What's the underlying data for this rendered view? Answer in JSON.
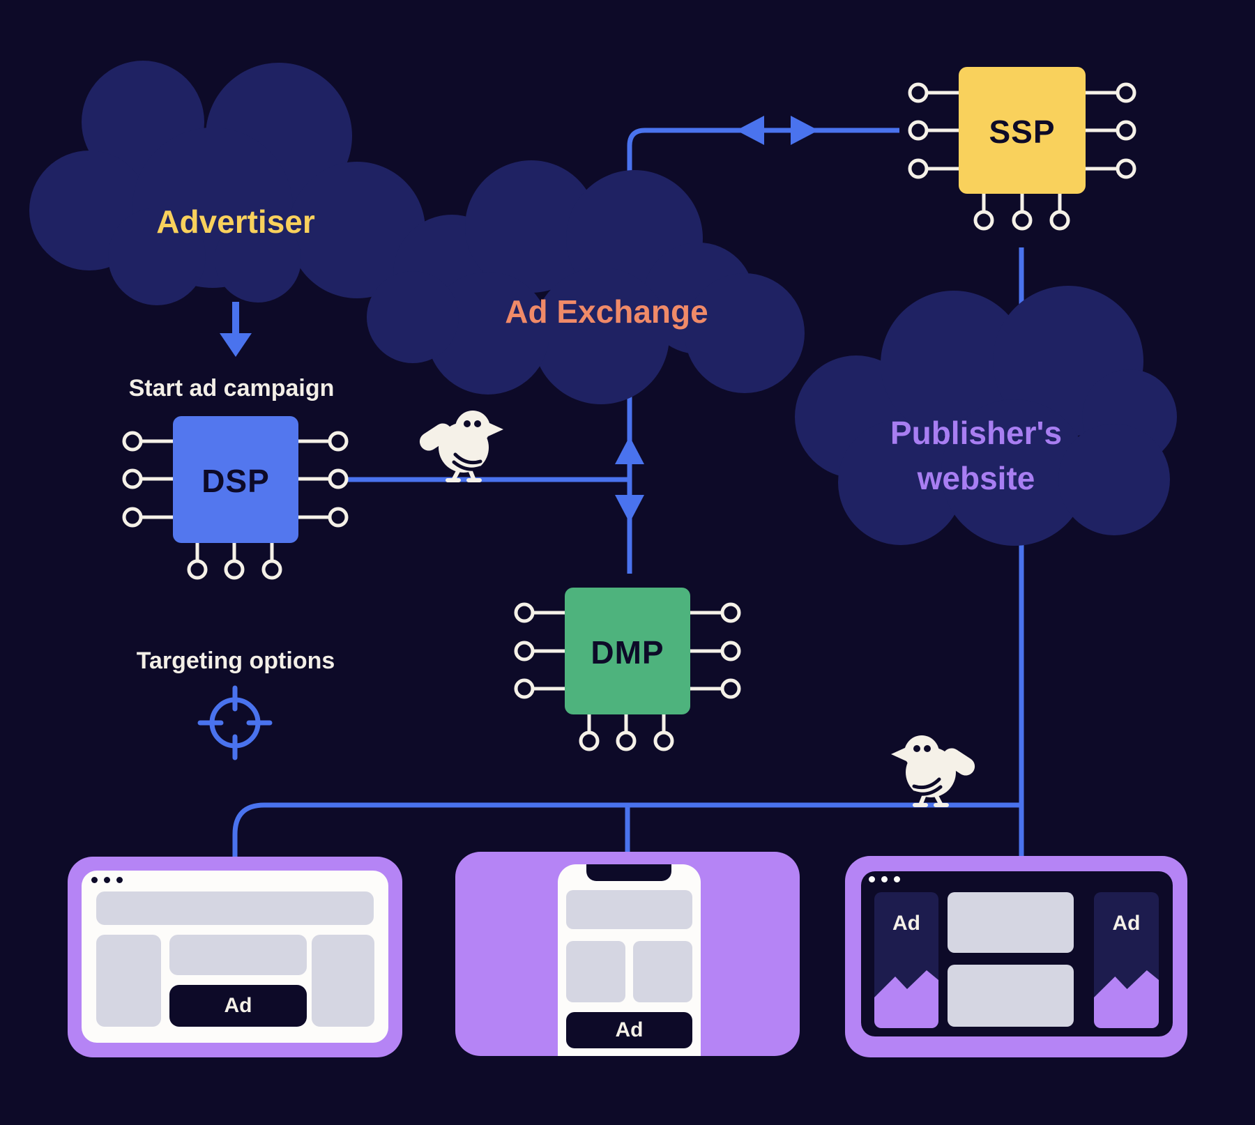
{
  "diagram_title": "Programmatic advertising ecosystem diagram",
  "palette": {
    "background": "#0d0a28",
    "cloud_fill": "#1f2263",
    "line_blue": "#4a73ee",
    "chip_dsp_blue": "#5377ee",
    "chip_ssp_yellow": "#f9d15c",
    "chip_dmp_green": "#4eb37d",
    "device_purple": "#b584f5",
    "advertiser_text_yellow": "#f9d15c",
    "ad_exchange_text_coral": "#f08a68",
    "publisher_text_purple": "#a87ef2",
    "cream_white": "#f5f1e8",
    "gray_block": "#d5d6e2",
    "ad_card_navy": "#1d1c4e"
  },
  "clouds": {
    "advertiser": {
      "label": "Advertiser"
    },
    "ad_exchange": {
      "label": "Ad Exchange"
    },
    "publisher": {
      "label_line1": "Publisher's",
      "label_line2": "website"
    }
  },
  "chips": {
    "dsp": {
      "label": "DSP"
    },
    "ssp": {
      "label": "SSP"
    },
    "dmp": {
      "label": "DMP"
    }
  },
  "annotations": {
    "start_campaign": "Start ad campaign",
    "targeting": "Targeting options"
  },
  "devices": {
    "desktop": {
      "ad_label": "Ad"
    },
    "mobile": {
      "ad_label": "Ad"
    },
    "tablet": {
      "ad_left_label": "Ad",
      "ad_right_label": "Ad"
    }
  },
  "icons": {
    "bird": "white-bird-on-wire",
    "target": "blue-crosshair-target",
    "down_arrow": "blue-down-arrow",
    "bidirectional_arrow": "blue-left-right-arrowheads",
    "chip_pins": "white-circuit-pins",
    "browser_dots": "three-window-dots",
    "phone_notch": "dark-top-notch"
  }
}
